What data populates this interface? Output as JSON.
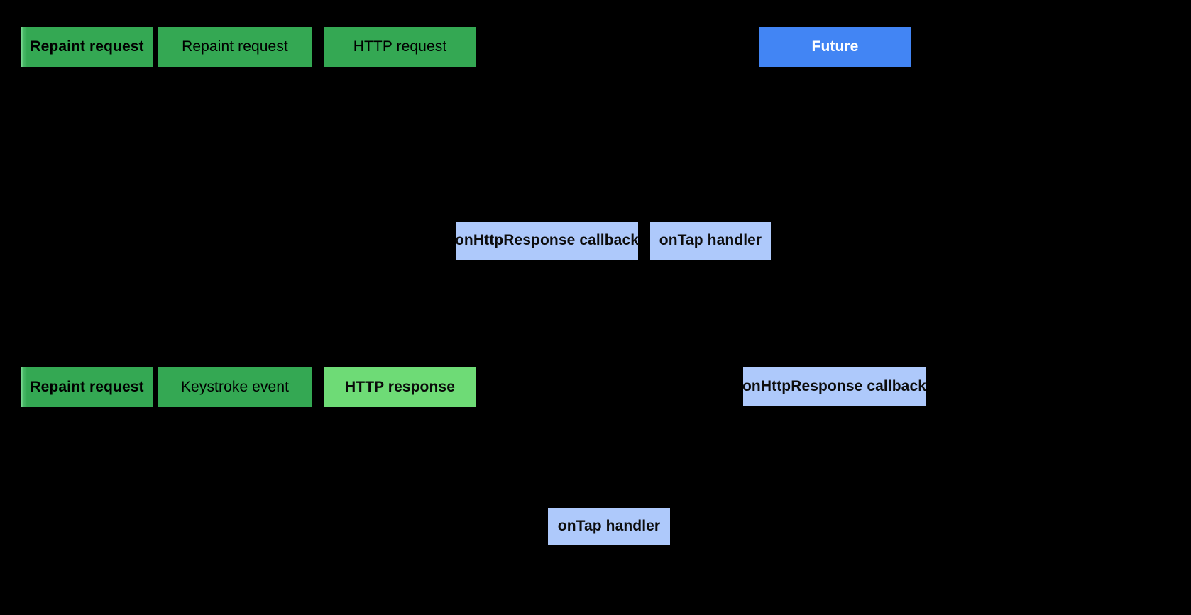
{
  "background_color": "#000000",
  "palette": {
    "green": "#34a853",
    "green_light": "#6edb76",
    "blue": "#4285f4",
    "blue_light": "#aec9fb",
    "text_dark": "#000000",
    "text_light": "#ffffff"
  },
  "rows": {
    "row1": {
      "boxes": [
        {
          "label": "Repaint request",
          "variant": "green",
          "head": true
        },
        {
          "label": "Repaint request",
          "variant": "green",
          "head": false
        },
        {
          "label": "HTTP request",
          "variant": "green",
          "head": false
        },
        {
          "label": "Future",
          "variant": "blue",
          "head": false
        }
      ]
    },
    "row2": {
      "boxes": [
        {
          "label": "onHttpResponse callback",
          "variant": "blue-light",
          "head": false
        },
        {
          "label": "onTap handler",
          "variant": "blue-light",
          "head": false
        }
      ]
    },
    "row3": {
      "boxes": [
        {
          "label": "Repaint request",
          "variant": "green",
          "head": true
        },
        {
          "label": "Keystroke event",
          "variant": "green",
          "head": false
        },
        {
          "label": "HTTP response",
          "variant": "green-light",
          "head": false
        },
        {
          "label": "onHttpResponse callback",
          "variant": "blue-light",
          "head": false
        }
      ]
    },
    "row4": {
      "boxes": [
        {
          "label": "onTap handler",
          "variant": "blue-light",
          "head": false
        }
      ]
    }
  }
}
